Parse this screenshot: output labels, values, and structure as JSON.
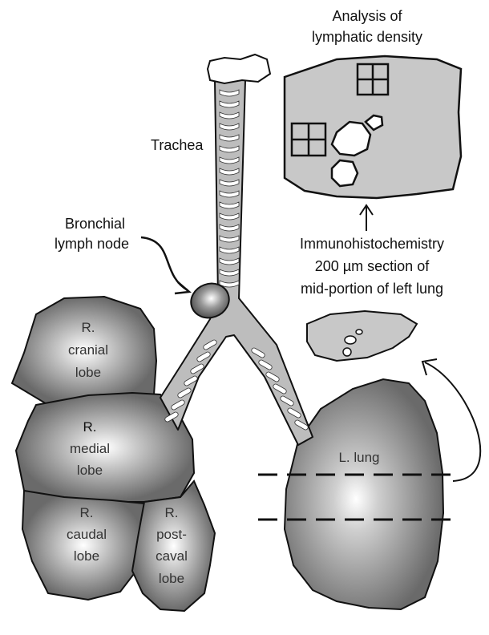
{
  "labels": {
    "analysis_title_line1": "Analysis of",
    "analysis_title_line2": "lymphatic density",
    "trachea": "Trachea",
    "bronchial_node_line1": "Bronchial",
    "bronchial_node_line2": "lymph node",
    "ihc_line1": "Immunohistochemistry",
    "ihc_line2": "200 µm section of",
    "ihc_line3": "mid-portion of left lung",
    "r_cranial_1": "R.",
    "r_cranial_2": "cranial",
    "r_cranial_3": "lobe",
    "r_medial_1": "R.",
    "r_medial_2": "medial",
    "r_medial_3": "lobe",
    "r_caudal_1": "R.",
    "r_caudal_2": "caudal",
    "r_caudal_3": "lobe",
    "r_postcaval_1": "R.",
    "r_postcaval_2": "post-",
    "r_postcaval_3": "caval",
    "r_postcaval_4": "lobe",
    "l_lung": "L. lung"
  },
  "colors": {
    "lung_dark": "#6e6e6e",
    "lung_light": "#ffffff",
    "tissue_gray": "#c8c8c8",
    "outline": "#111111"
  }
}
